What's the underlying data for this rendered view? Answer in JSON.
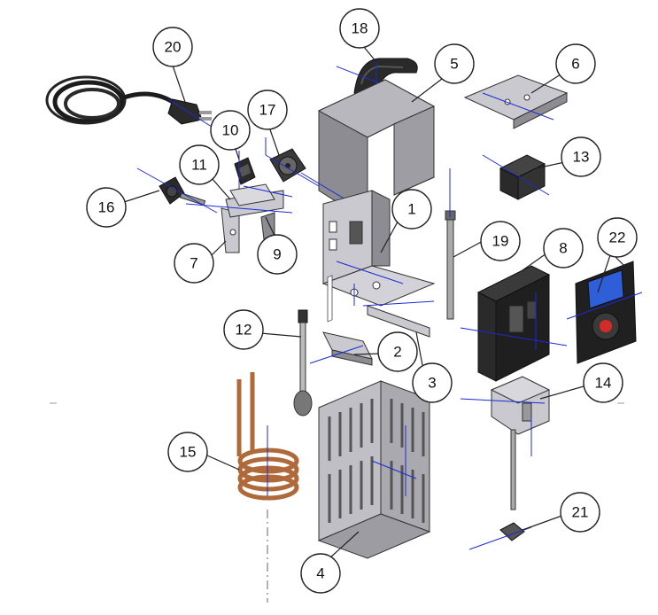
{
  "diagram": {
    "callouts": [
      {
        "id": "1",
        "label": "1"
      },
      {
        "id": "2",
        "label": "2"
      },
      {
        "id": "3",
        "label": "3"
      },
      {
        "id": "4",
        "label": "4"
      },
      {
        "id": "5",
        "label": "5"
      },
      {
        "id": "6",
        "label": "6"
      },
      {
        "id": "7",
        "label": "7"
      },
      {
        "id": "8",
        "label": "8"
      },
      {
        "id": "9",
        "label": "9"
      },
      {
        "id": "10",
        "label": "10"
      },
      {
        "id": "11",
        "label": "11"
      },
      {
        "id": "12",
        "label": "12"
      },
      {
        "id": "13",
        "label": "13"
      },
      {
        "id": "14",
        "label": "14"
      },
      {
        "id": "15",
        "label": "15"
      },
      {
        "id": "16",
        "label": "16"
      },
      {
        "id": "17",
        "label": "17"
      },
      {
        "id": "18",
        "label": "18"
      },
      {
        "id": "19",
        "label": "19"
      },
      {
        "id": "20",
        "label": "20"
      },
      {
        "id": "21",
        "label": "21"
      },
      {
        "id": "22",
        "label": "22"
      }
    ],
    "colors": {
      "axis": "#1b2bd6",
      "sheet_metal": "#c9c9cf",
      "black_parts": "#2a2a2a",
      "copper_coil": "#b06a3a",
      "display_red": "#d42a2a",
      "display_blue": "#2f5fd8"
    }
  }
}
